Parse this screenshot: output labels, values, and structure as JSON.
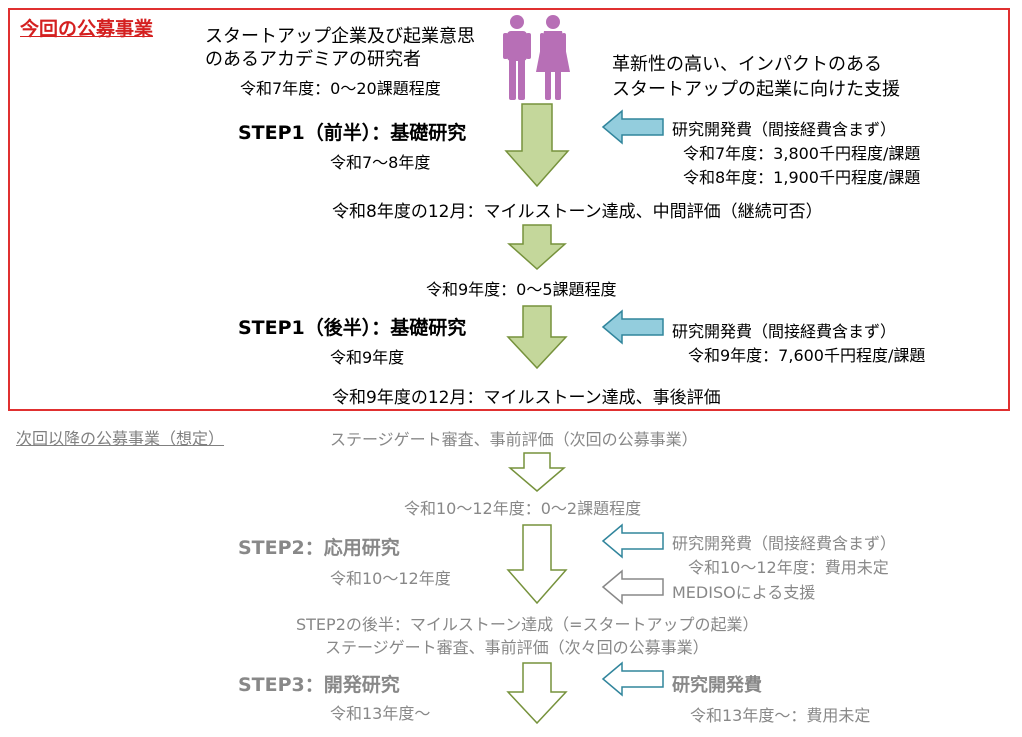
{
  "section_current": {
    "title": "今回の公募事業",
    "target_line1": "スタートアップ企業及び起業意思",
    "target_line2": "のあるアカデミアの研究者",
    "target_count": "令和7年度：0～20課題程度",
    "aim_line1": "革新性の高い、インパクトのある",
    "aim_line2": "スタートアップの起業に向けた支援",
    "step1a_title": "STEP1（前半）：基礎研究",
    "step1a_years": "令和7～8年度",
    "funding1_title": "研究開発費（間接経費含まず）",
    "funding1_r7": "令和7年度：3,800千円程度/課題",
    "funding1_r8": "令和8年度：1,900千円程度/課題",
    "milestone1": "令和8年度の12月：マイルストーン達成、中間評価（継続可否）",
    "r9_count": "令和9年度：0～5課題程度",
    "step1b_title": "STEP1（後半）：基礎研究",
    "step1b_years": "令和9年度",
    "funding2_title": "研究開発費（間接経費含まず）",
    "funding2_r9": "令和9年度：7,600千円程度/課題",
    "milestone2": "令和9年度の12月：マイルストーン達成、事後評価"
  },
  "section_next": {
    "title": "次回以降の公募事業（想定）",
    "stage_gate1": "ステージゲート審査、事前評価（次回の公募事業）",
    "r10_count": "令和10～12年度：0～2課題程度",
    "step2_title": "STEP2：応用研究",
    "step2_years": "令和10～12年度",
    "funding3_title": "研究開発費（間接経費含まず）",
    "funding3_value": "令和10～12年度：費用未定",
    "mediso": "MEDISOによる支援",
    "step2_latter": "STEP2の後半：マイルストーン達成（=スタートアップの起業）",
    "stage_gate2": "ステージゲート審査、事前評価（次々回の公募事業）",
    "step3_title": "STEP3：開発研究",
    "step3_years": "令和13年度～",
    "funding4_title": "研究開発費",
    "funding4_value": "令和13年度～：費用未定"
  },
  "colors": {
    "frame": "#e03030",
    "title_red": "#d42020",
    "down_arrow_fill": "#c4d79b",
    "down_arrow_stroke": "#76923c",
    "left_arrow_fill": "#93cddd",
    "left_arrow_stroke": "#31859c",
    "people_icon": "#b76fb6",
    "gray_text": "#888888"
  },
  "icons": [
    "people-icon"
  ]
}
